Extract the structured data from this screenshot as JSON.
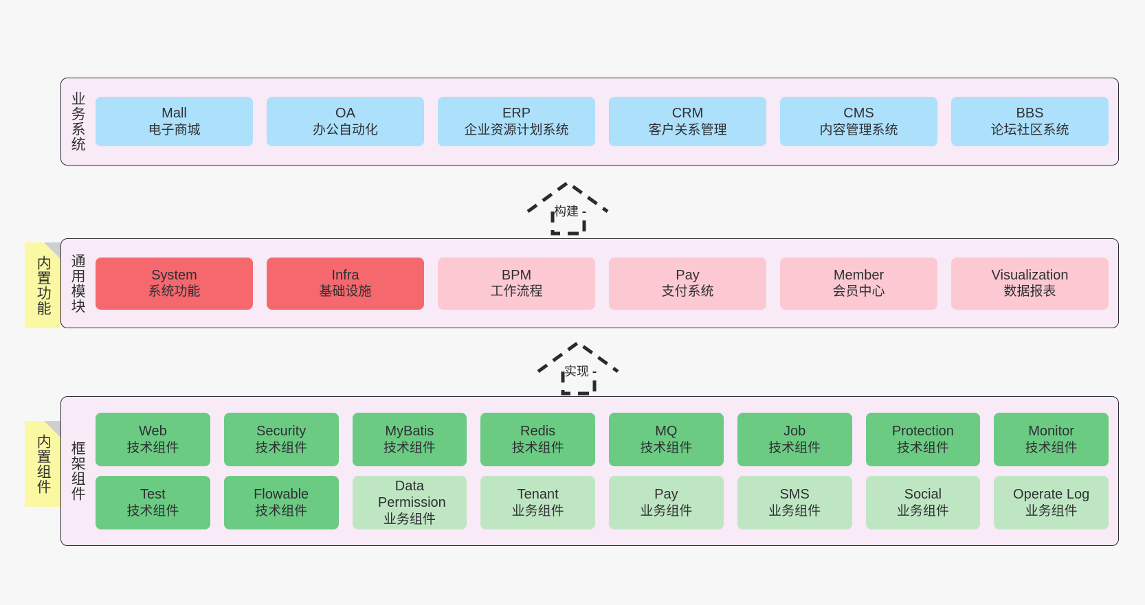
{
  "diagram": {
    "background": "#f7f7f7",
    "panel_bg": "#f8eaf6",
    "panel_border": "#2b2b33",
    "colors": {
      "business": "#ade0fb",
      "module_core": "#f4686e",
      "module_optional": "#fcc9d2",
      "component_tech": "#6bcb83",
      "component_business": "#bfe6c3",
      "note": "#fbf8a4"
    }
  },
  "layers": [
    {
      "id": "business-system",
      "title": "业务系统",
      "rows": [
        [
          {
            "name": "Mall",
            "desc": "电子商城",
            "color": "blue"
          },
          {
            "name": "OA",
            "desc": "办公自动化",
            "color": "blue"
          },
          {
            "name": "ERP",
            "desc": "企业资源计划系统",
            "color": "blue"
          },
          {
            "name": "CRM",
            "desc": "客户关系管理",
            "color": "blue"
          },
          {
            "name": "CMS",
            "desc": "内容管理系统",
            "color": "blue"
          },
          {
            "name": "BBS",
            "desc": "论坛社区系统",
            "color": "blue"
          }
        ]
      ]
    },
    {
      "id": "common-module",
      "title": "通用模块",
      "note": "内置功能",
      "rows": [
        [
          {
            "name": "System",
            "desc": "系统功能",
            "color": "red"
          },
          {
            "name": "Infra",
            "desc": "基础设施",
            "color": "red"
          },
          {
            "name": "BPM",
            "desc": "工作流程",
            "color": "pink"
          },
          {
            "name": "Pay",
            "desc": "支付系统",
            "color": "pink"
          },
          {
            "name": "Member",
            "desc": "会员中心",
            "color": "pink"
          },
          {
            "name": "Visualization",
            "desc": "数据报表",
            "color": "pink"
          }
        ]
      ]
    },
    {
      "id": "framework-component",
      "title": "框架组件",
      "note": "内置组件",
      "rows": [
        [
          {
            "name": "Web",
            "desc": "技术组件",
            "color": "green"
          },
          {
            "name": "Security",
            "desc": "技术组件",
            "color": "green"
          },
          {
            "name": "MyBatis",
            "desc": "技术组件",
            "color": "green"
          },
          {
            "name": "Redis",
            "desc": "技术组件",
            "color": "green"
          },
          {
            "name": "MQ",
            "desc": "技术组件",
            "color": "green"
          },
          {
            "name": "Job",
            "desc": "技术组件",
            "color": "green"
          },
          {
            "name": "Protection",
            "desc": "技术组件",
            "color": "green"
          },
          {
            "name": "Monitor",
            "desc": "技术组件",
            "color": "green"
          }
        ],
        [
          {
            "name": "Test",
            "desc": "技术组件",
            "color": "green"
          },
          {
            "name": "Flowable",
            "desc": "技术组件",
            "color": "green"
          },
          {
            "name": "Data Permission",
            "desc": "业务组件",
            "color": "lgreen"
          },
          {
            "name": "Tenant",
            "desc": "业务组件",
            "color": "lgreen"
          },
          {
            "name": "Pay",
            "desc": "业务组件",
            "color": "lgreen"
          },
          {
            "name": "SMS",
            "desc": "业务组件",
            "color": "lgreen"
          },
          {
            "name": "Social",
            "desc": "业务组件",
            "color": "lgreen"
          },
          {
            "name": "Operate Log",
            "desc": "业务组件",
            "color": "lgreen"
          }
        ]
      ]
    }
  ],
  "connectors": [
    {
      "id": "build",
      "label": "构建",
      "style": "dashed-hollow-arrow-up"
    },
    {
      "id": "implement",
      "label": "实现",
      "style": "dashed-hollow-arrow-up"
    }
  ]
}
